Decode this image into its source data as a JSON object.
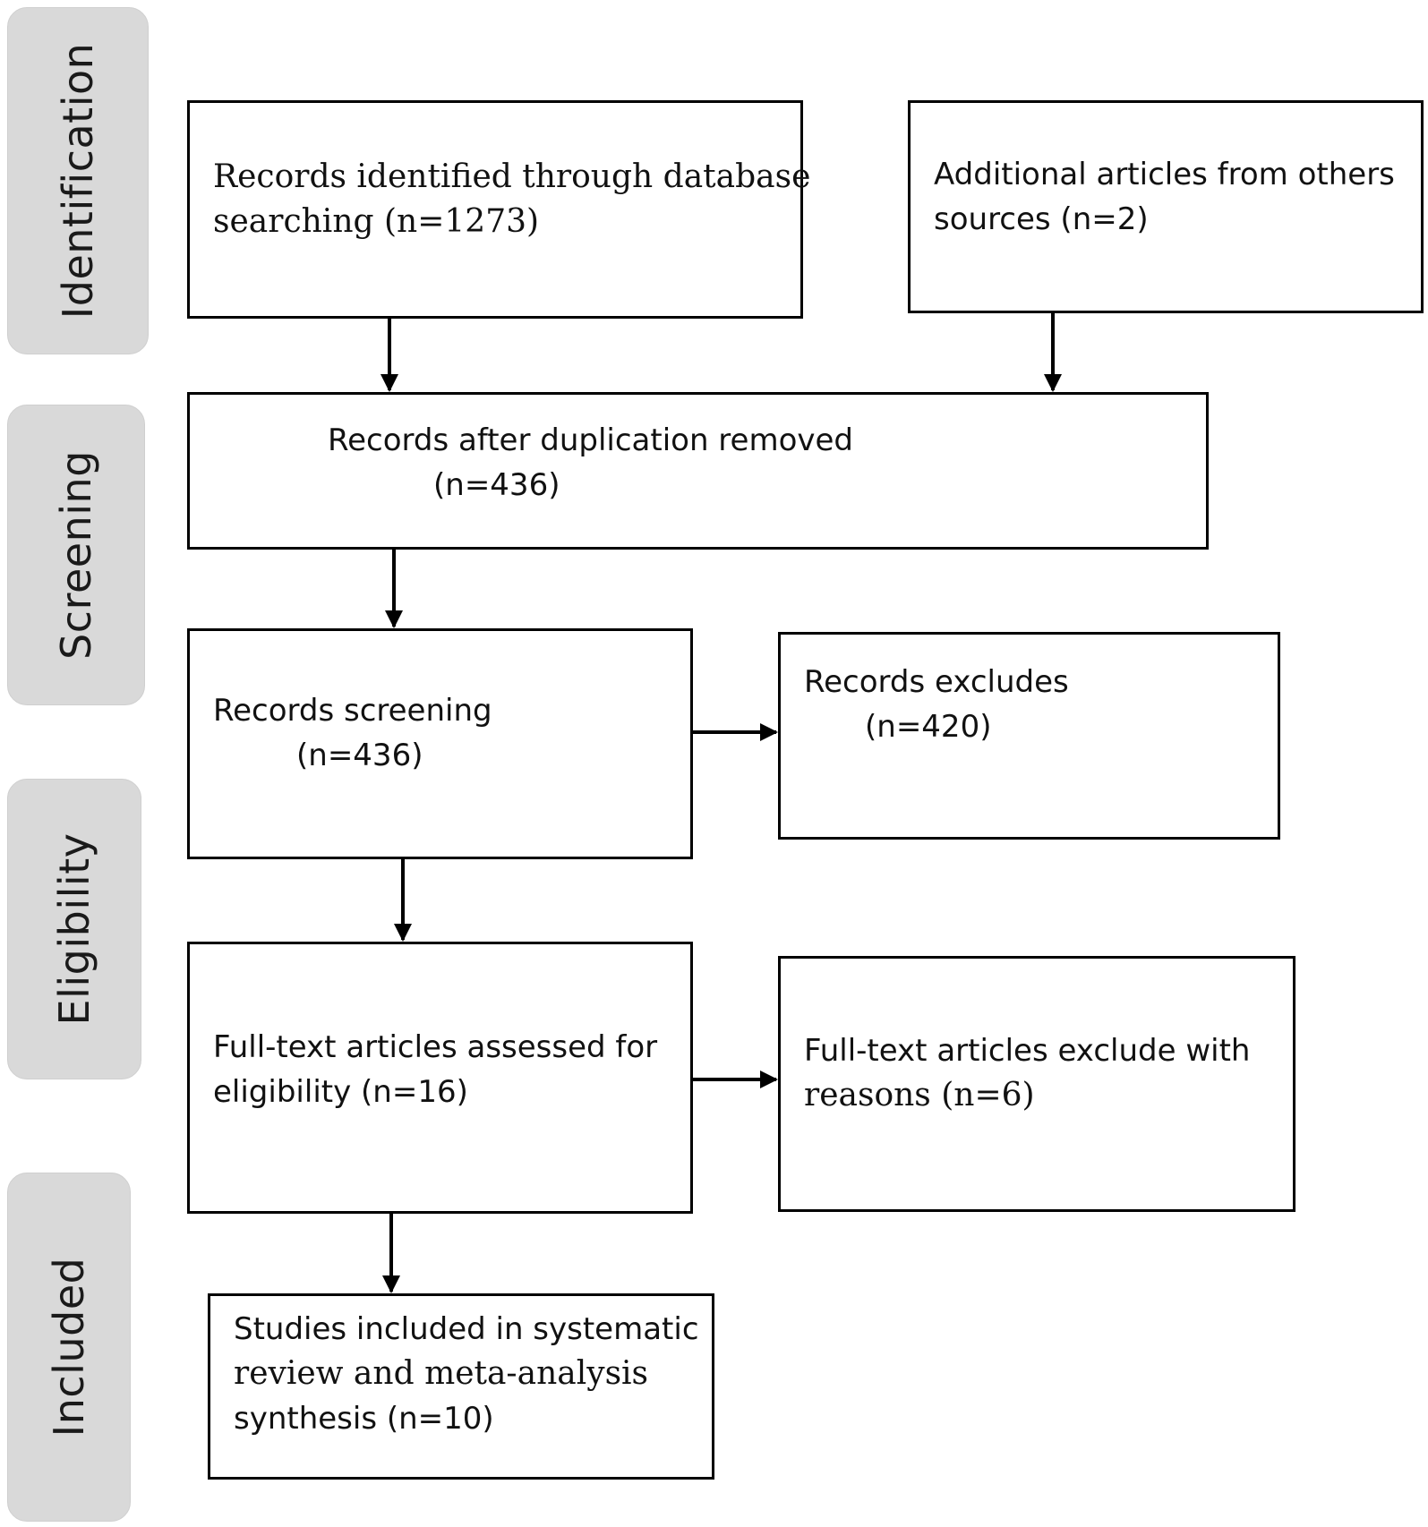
{
  "phases": {
    "identification": "Identification",
    "screening": "Screening",
    "eligibility": "Eligibility",
    "included": "Included"
  },
  "boxes": {
    "database": {
      "line1": "Records identified through database",
      "line2": "searching (n=1273)"
    },
    "other_sources": {
      "line1": "Additional articles from others",
      "line2": "sources (n=2)"
    },
    "deduplicated": {
      "line1": "Records after duplication removed",
      "line2": "(n=436)"
    },
    "screening": {
      "line1": "Records screening",
      "line2": "(n=436)"
    },
    "excluded": {
      "line1": "Records excludes",
      "line2": "(n=420)"
    },
    "fulltext": {
      "line1": "Full-text articles assessed for",
      "line2": "eligibility (n=16)"
    },
    "fulltext_excluded": {
      "line1": "Full-text articles exclude with",
      "line2": "reasons (n=6)"
    },
    "included": {
      "line1": "Studies included in systematic",
      "line2": "review and meta-analysis",
      "line3": "synthesis (n=10)"
    }
  }
}
